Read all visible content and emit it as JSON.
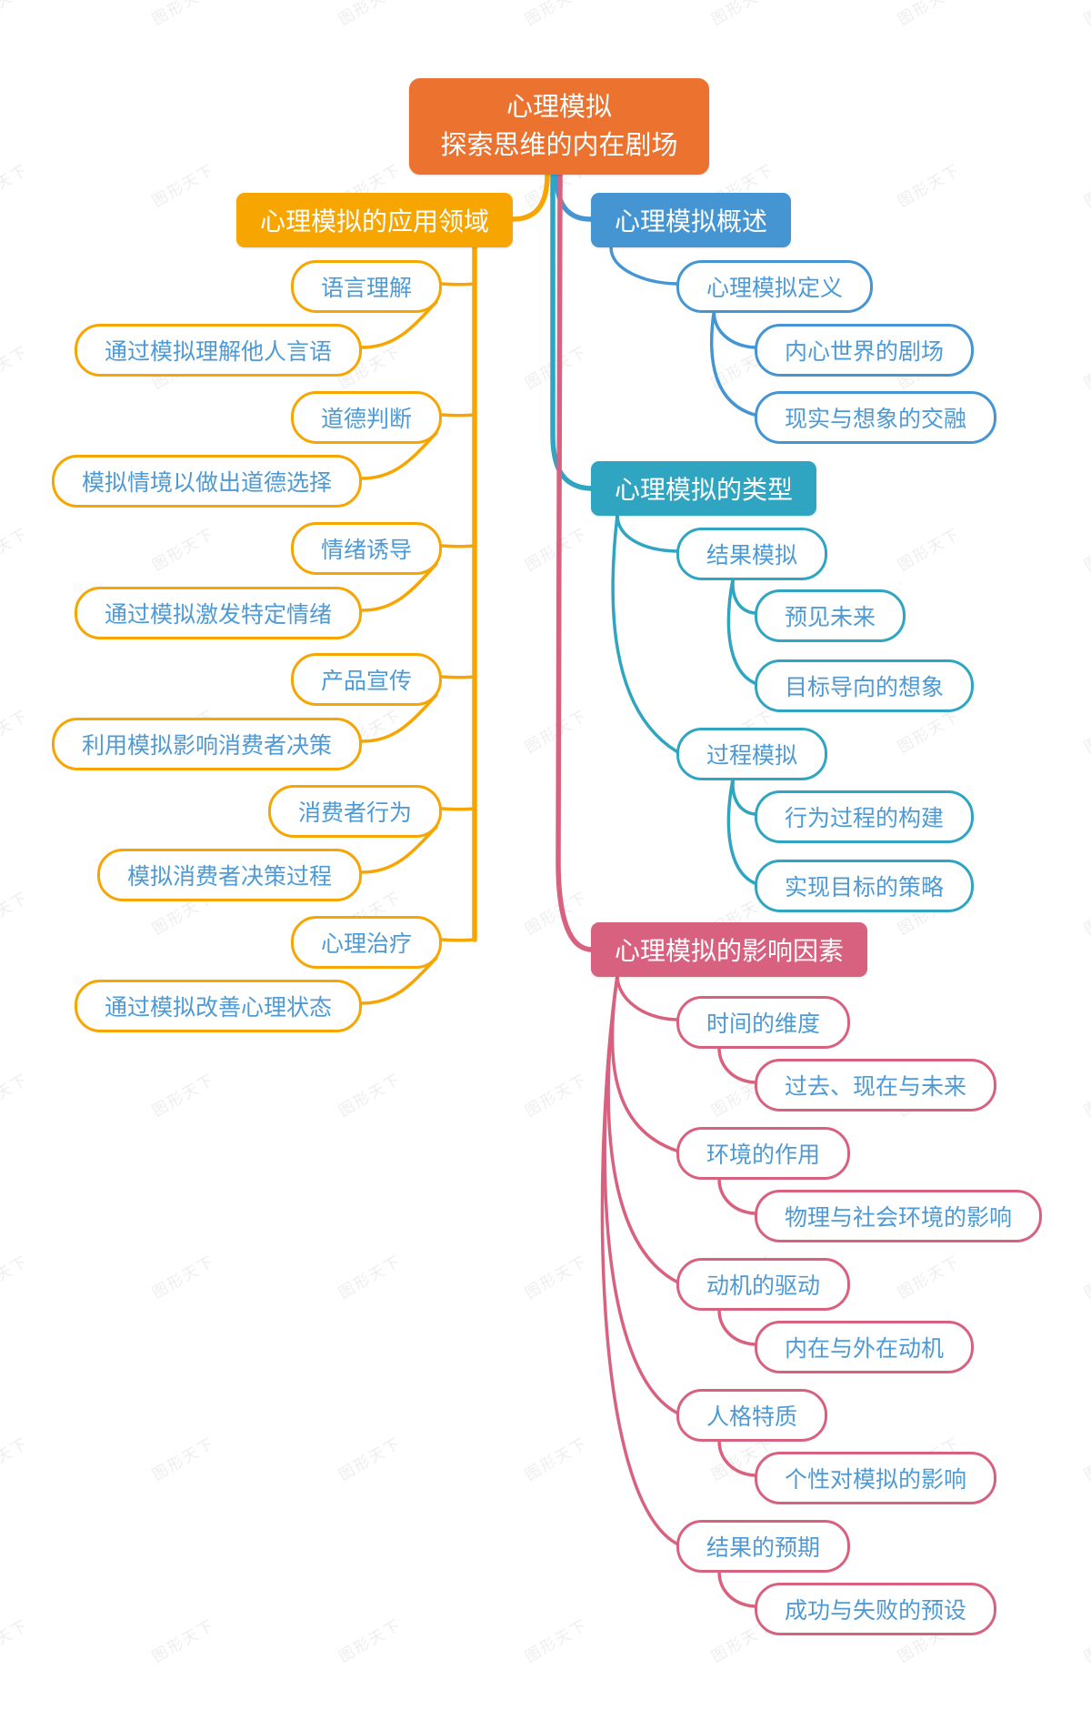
{
  "watermark": {
    "text": "图形天下"
  },
  "palette": {
    "root_orange": "#EC7230",
    "orange": "#F7A500",
    "blue": "#4495D2",
    "teal": "#2FA5C1",
    "pink": "#D8617F",
    "pill_text": "#4E9AD5",
    "header_text": "#FFFFFF",
    "background": "#FFFFFF"
  },
  "root": {
    "line1": "心理模拟",
    "line2": "探索思维的内在剧场"
  },
  "sections": [
    {
      "label": "心理模拟的应用领域",
      "color": "orange",
      "side": "left",
      "children": [
        {
          "label": "语言理解",
          "children": [
            {
              "label": "通过模拟理解他人言语"
            }
          ]
        },
        {
          "label": "道德判断",
          "children": [
            {
              "label": "模拟情境以做出道德选择"
            }
          ]
        },
        {
          "label": "情绪诱导",
          "children": [
            {
              "label": "通过模拟激发特定情绪"
            }
          ]
        },
        {
          "label": "产品宣传",
          "children": [
            {
              "label": "利用模拟影响消费者决策"
            }
          ]
        },
        {
          "label": "消费者行为",
          "children": [
            {
              "label": "模拟消费者决策过程"
            }
          ]
        },
        {
          "label": "心理治疗",
          "children": [
            {
              "label": "通过模拟改善心理状态"
            }
          ]
        }
      ]
    },
    {
      "label": "心理模拟概述",
      "color": "blue",
      "side": "right",
      "children": [
        {
          "label": "心理模拟定义",
          "children": [
            {
              "label": "内心世界的剧场"
            },
            {
              "label": "现实与想象的交融"
            }
          ]
        }
      ]
    },
    {
      "label": "心理模拟的类型",
      "color": "teal",
      "side": "right",
      "children": [
        {
          "label": "结果模拟",
          "children": [
            {
              "label": "预见未来"
            },
            {
              "label": "目标导向的想象"
            }
          ]
        },
        {
          "label": "过程模拟",
          "children": [
            {
              "label": "行为过程的构建"
            },
            {
              "label": "实现目标的策略"
            }
          ]
        }
      ]
    },
    {
      "label": "心理模拟的影响因素",
      "color": "pink",
      "side": "right",
      "children": [
        {
          "label": "时间的维度",
          "children": [
            {
              "label": "过去、现在与未来"
            }
          ]
        },
        {
          "label": "环境的作用",
          "children": [
            {
              "label": "物理与社会环境的影响"
            }
          ]
        },
        {
          "label": "动机的驱动",
          "children": [
            {
              "label": "内在与外在动机"
            }
          ]
        },
        {
          "label": "人格特质",
          "children": [
            {
              "label": "个性对模拟的影响"
            }
          ]
        },
        {
          "label": "结果的预期",
          "children": [
            {
              "label": "成功与失败的预设"
            }
          ]
        }
      ]
    }
  ]
}
